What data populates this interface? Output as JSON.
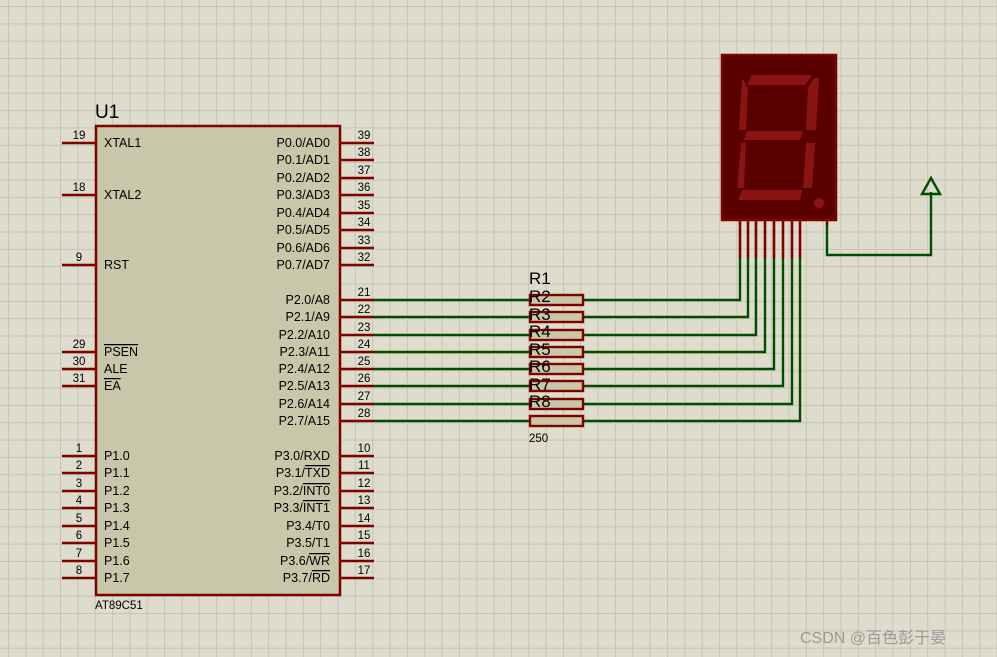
{
  "mcu": {
    "ref": "U1",
    "part": "AT89C51",
    "left_pins": [
      {
        "num": "19",
        "name": "XTAL1",
        "overbar": "",
        "rest": ""
      },
      {
        "num": "18",
        "name": "XTAL2",
        "overbar": "",
        "rest": ""
      },
      {
        "num": "9",
        "name": "RST",
        "overbar": "",
        "rest": ""
      },
      {
        "num": "29",
        "name": "",
        "overbar": "PSEN",
        "rest": ""
      },
      {
        "num": "30",
        "name": "ALE",
        "overbar": "",
        "rest": ""
      },
      {
        "num": "31",
        "name": "",
        "overbar": "EA",
        "rest": ""
      },
      {
        "num": "1",
        "name": "P1.0",
        "overbar": "",
        "rest": ""
      },
      {
        "num": "2",
        "name": "P1.1",
        "overbar": "",
        "rest": ""
      },
      {
        "num": "3",
        "name": "P1.2",
        "overbar": "",
        "rest": ""
      },
      {
        "num": "4",
        "name": "P1.3",
        "overbar": "",
        "rest": ""
      },
      {
        "num": "5",
        "name": "P1.4",
        "overbar": "",
        "rest": ""
      },
      {
        "num": "6",
        "name": "P1.5",
        "overbar": "",
        "rest": ""
      },
      {
        "num": "7",
        "name": "P1.6",
        "overbar": "",
        "rest": ""
      },
      {
        "num": "8",
        "name": "P1.7",
        "overbar": "",
        "rest": ""
      }
    ],
    "right_pins": [
      {
        "num": "39",
        "name": "P0.0/AD0",
        "overbar": "",
        "rest": ""
      },
      {
        "num": "38",
        "name": "P0.1/AD1",
        "overbar": "",
        "rest": ""
      },
      {
        "num": "37",
        "name": "P0.2/AD2",
        "overbar": "",
        "rest": ""
      },
      {
        "num": "36",
        "name": "P0.3/AD3",
        "overbar": "",
        "rest": ""
      },
      {
        "num": "35",
        "name": "P0.4/AD4",
        "overbar": "",
        "rest": ""
      },
      {
        "num": "34",
        "name": "P0.5/AD5",
        "overbar": "",
        "rest": ""
      },
      {
        "num": "33",
        "name": "P0.6/AD6",
        "overbar": "",
        "rest": ""
      },
      {
        "num": "32",
        "name": "P0.7/AD7",
        "overbar": "",
        "rest": ""
      },
      {
        "num": "21",
        "name": "P2.0/A8",
        "overbar": "",
        "rest": ""
      },
      {
        "num": "22",
        "name": "P2.1/A9",
        "overbar": "",
        "rest": ""
      },
      {
        "num": "23",
        "name": "P2.2/A10",
        "overbar": "",
        "rest": ""
      },
      {
        "num": "24",
        "name": "P2.3/A11",
        "overbar": "",
        "rest": ""
      },
      {
        "num": "25",
        "name": "P2.4/A12",
        "overbar": "",
        "rest": ""
      },
      {
        "num": "26",
        "name": "P2.5/A13",
        "overbar": "",
        "rest": ""
      },
      {
        "num": "27",
        "name": "P2.6/A14",
        "overbar": "",
        "rest": ""
      },
      {
        "num": "28",
        "name": "P2.7/A15",
        "overbar": "",
        "rest": ""
      },
      {
        "num": "10",
        "name": "P3.0/RXD",
        "overbar": "",
        "rest": ""
      },
      {
        "num": "11",
        "name": "P3.1/",
        "overbar": "TXD",
        "rest": ""
      },
      {
        "num": "12",
        "name": "P3.2/",
        "overbar": "INT0",
        "rest": ""
      },
      {
        "num": "13",
        "name": "P3.3/",
        "overbar": "INT1",
        "rest": ""
      },
      {
        "num": "14",
        "name": "P3.4/T0",
        "overbar": "",
        "rest": ""
      },
      {
        "num": "15",
        "name": "P3.5/T1",
        "overbar": "",
        "rest": ""
      },
      {
        "num": "16",
        "name": "P3.6/",
        "overbar": "WR",
        "rest": ""
      },
      {
        "num": "17",
        "name": "P3.7/",
        "overbar": "RD",
        "rest": ""
      }
    ]
  },
  "resistors": {
    "refs": [
      "R1",
      "R2",
      "R3",
      "R4",
      "R5",
      "R6",
      "R7",
      "R8"
    ],
    "value": "250"
  },
  "display": {
    "type": "7-segment"
  },
  "watermark": "CSDN @百色彭于晏",
  "colors": {
    "background": "#dedccc",
    "component": "#800000",
    "body": "#c8c7a9",
    "wire": "#004d00",
    "display_body": "#5a0000",
    "segment": "#8a1414"
  }
}
